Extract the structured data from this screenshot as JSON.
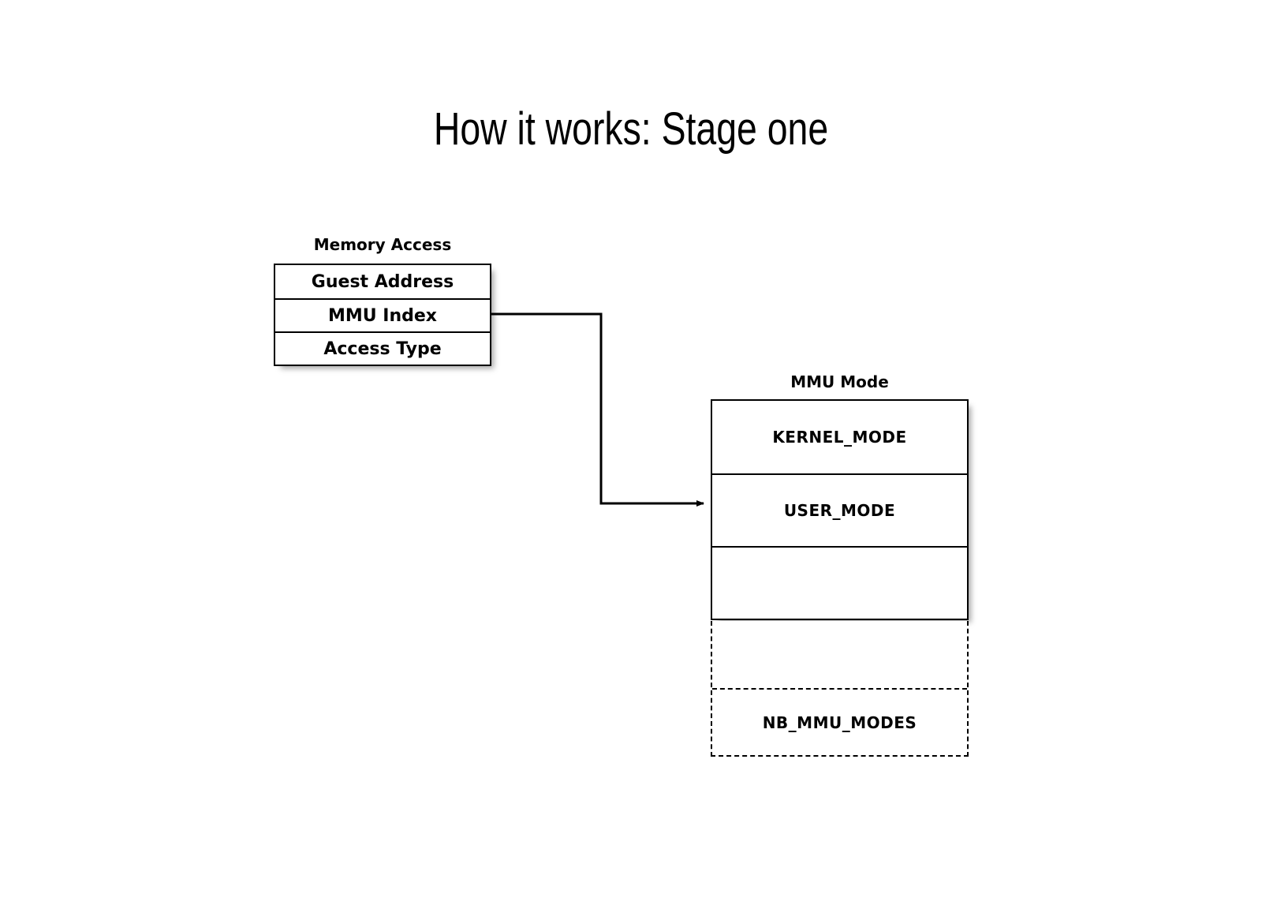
{
  "slide": {
    "title": "How it works: Stage one"
  },
  "memory_access": {
    "caption": "Memory Access",
    "rows": [
      {
        "label": "Guest Address"
      },
      {
        "label": "MMU Index"
      },
      {
        "label": "Access Type"
      }
    ]
  },
  "mmu_mode": {
    "caption": "MMU Mode",
    "rows": [
      {
        "label": "KERNEL_MODE"
      },
      {
        "label": "USER_MODE"
      },
      {
        "label": ""
      }
    ],
    "dashed_rows": [
      {
        "label": ""
      },
      {
        "label": "NB_MMU_MODES"
      }
    ]
  },
  "connector": {
    "source_row": "MMU Index",
    "target_row": "USER_MODE",
    "style": "orthogonal-arrow",
    "color": "#000000"
  },
  "colors": {
    "background": "#ffffff",
    "stroke": "#000000",
    "text": "#000000",
    "shadow": "rgba(0,0,0,0.35)"
  }
}
